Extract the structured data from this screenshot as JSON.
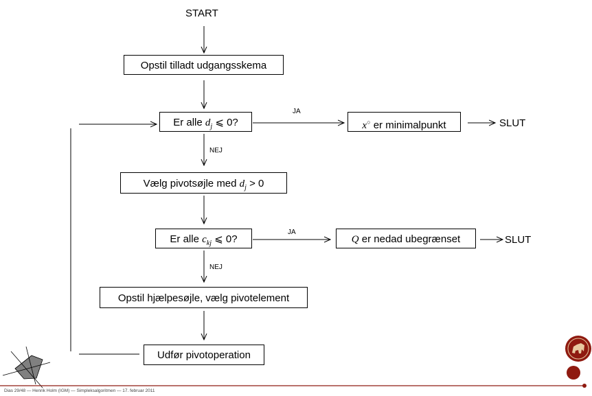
{
  "flowchart": {
    "start": "START",
    "step1": "Opstil tilladt udgangsskema",
    "decision1": {
      "prefix": "Er alle ",
      "var": "d",
      "sub": "j",
      "suffix": " ⩽ 0?"
    },
    "yes_label": "JA",
    "no_label": "NEJ",
    "result1": {
      "var": "x",
      "sup": "○",
      "text": " er minimalpunkt"
    },
    "end_label": "SLUT",
    "step2": {
      "text": "Vælg pivotsøjle med ",
      "var": "d",
      "sub": "j",
      "suffix": " > 0"
    },
    "decision2": {
      "prefix": "Er alle ",
      "var": "c",
      "sub": "kj",
      "suffix": " ⩽ 0?"
    },
    "result2": {
      "var": "Q",
      "text": " er nedad ubegrænset"
    },
    "step3": "Opstil hjælpesøjle, vælg pivotelement",
    "step4": "Udfør pivotoperation"
  },
  "footer": "Dias 29/48 — Henrik Holm (IGM) — Simpleksalgoritmen — 17. februar 2011"
}
